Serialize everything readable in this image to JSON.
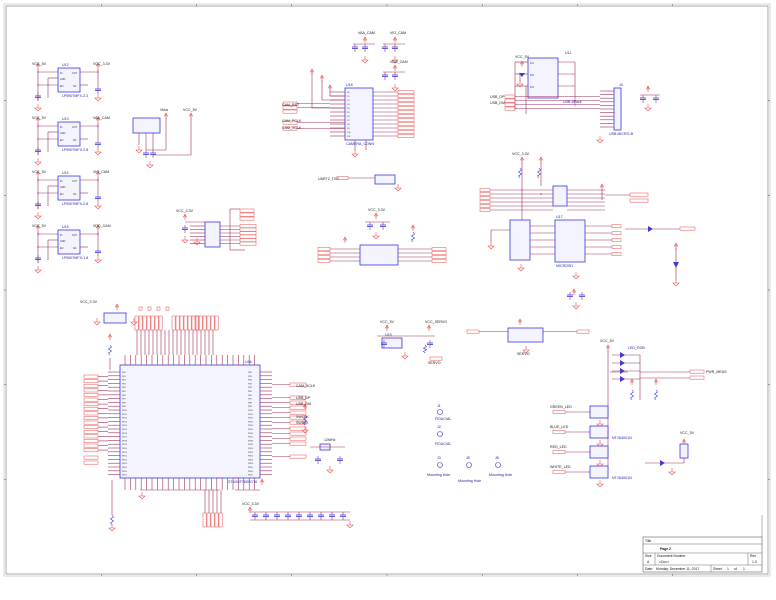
{
  "title_block": {
    "title_label": "Title",
    "title": "Page 2",
    "size_label": "Size",
    "size": "A",
    "doc_label": "Document Number",
    "doc": "<Doc>",
    "rev_label": "Rev",
    "rev": "1.0",
    "date_label": "Date:",
    "date": "Monday, December 11, 2017",
    "sheet_label": "Sheet",
    "sheet": "1",
    "of_label": "of",
    "of": "1"
  },
  "regulators": [
    {
      "ref": "U12",
      "part": "LP5907MFX-3.3",
      "in": "VCC_5V",
      "out": "VCC_3.3V"
    },
    {
      "ref": "U13",
      "part": "LP5907MFX-2.8",
      "in": "VCC_5V",
      "out": "VAA_CAM"
    },
    {
      "ref": "U14",
      "part": "LP5907MFX-2.8",
      "in": "VCC_5V",
      "out": "VIO_CAM"
    },
    {
      "ref": "U15",
      "part": "LP5907MFX-1.8",
      "in": "VCC_5V",
      "out": "VDD_CAM"
    }
  ],
  "nets": {
    "vcc5": "VCC_5V",
    "vcc33": "VCC_3.3V",
    "vaa": "VAA_CAM",
    "vio": "VIO_CAM",
    "vdd": "VDD_CAM",
    "vbus": "Vbus",
    "servo": "VCC_SERVO",
    "uart_tx": "UART2_TXD",
    "servo_pwm": "SERVO",
    "cam_pclk": "CAM_PCLK",
    "cam_xclk": "CAM_XCLK",
    "cam_rst": "CAM_RST",
    "usb_dp": "USB_DP",
    "usb_dm": "USB_DM",
    "swclk": "SWCLK",
    "swdio": "SWDIO",
    "osc": "12MHz",
    "motor": "PWR_MEAS",
    "green": "GREEN_LED",
    "blue": "BLUE_LED",
    "red": "RED_LED",
    "white": "WHITE_LED"
  },
  "parts": {
    "mcu": "U16",
    "mcu_part": "STM32F765VGT6",
    "cam": "U18",
    "cam_conn": "CAMERA_CONN",
    "usb_esd": "U11",
    "usb_esd_part": "USB-6Pack",
    "usb_conn": "J4",
    "usb_conn_part": "USB MICRO-B",
    "sd": "U17",
    "sd_part": "MICROSD",
    "servo_ic": "U19",
    "j1": "J1",
    "j2": "J2",
    "j3": "J3",
    "j5": "J5",
    "j6": "J6",
    "mh": "Mounting Hole",
    "fid": "FIDUCIAL",
    "led": "LED_RGB",
    "mosfet": "NTJD4001N"
  }
}
